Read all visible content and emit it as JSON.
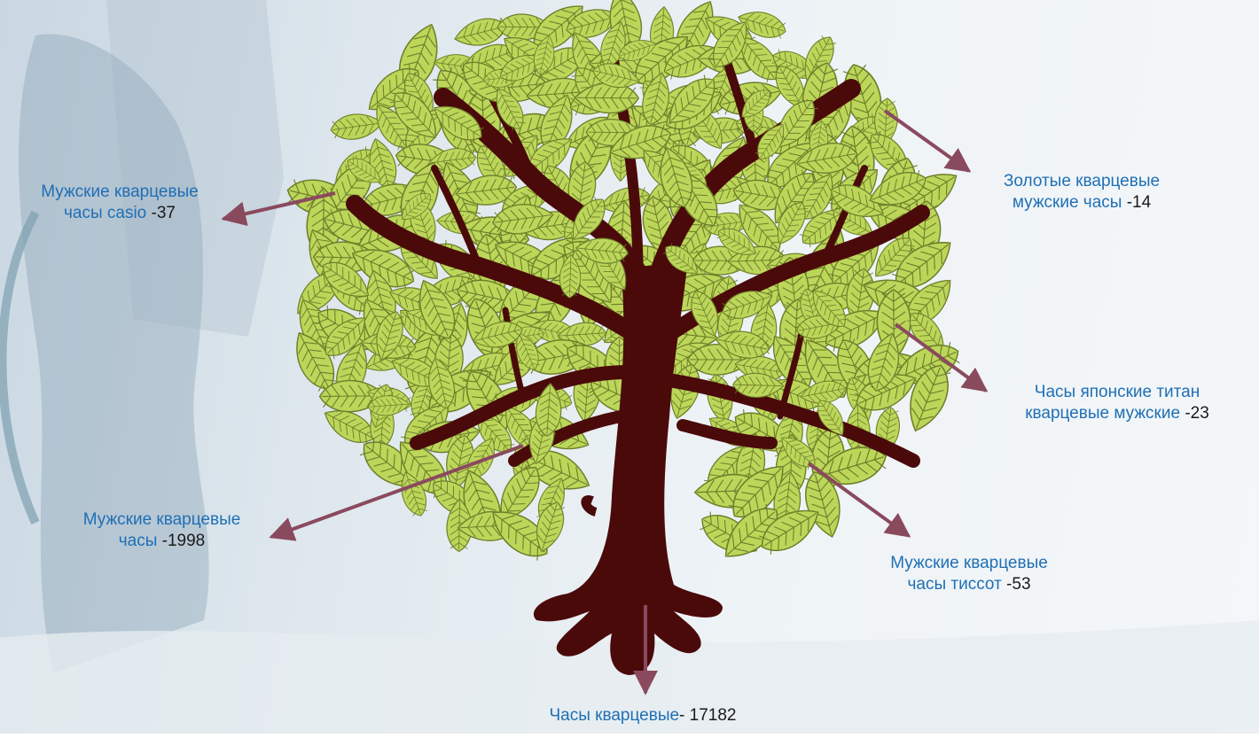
{
  "palette": {
    "trunk": "#4a0a0a",
    "leaf_fill": "#bcd65a",
    "leaf_vein": "#6e7f2a",
    "arrow": "#8a4a5e",
    "keyword_text": "#1f6fb5",
    "count_text": "#1a1a1a"
  },
  "labels": [
    {
      "id": "top-left",
      "line1": "Мужские кварцевые",
      "line2": "часы casio",
      "count": " -37"
    },
    {
      "id": "top-right",
      "line1": "Золотые кварцевые",
      "line2": "мужские часы",
      "count": " -14"
    },
    {
      "id": "mid-right",
      "line1": "Часы японские титан",
      "line2": "кварцевые мужские",
      "count": " -23"
    },
    {
      "id": "mid-left",
      "line1": "Мужские кварцевые",
      "line2": "часы",
      "count": " -1998"
    },
    {
      "id": "low-right",
      "line1": "Мужские кварцевые",
      "line2": "часы тиссот",
      "count": " -53"
    },
    {
      "id": "bottom",
      "line1": "",
      "line2": "Часы кварцевые",
      "count": "- 17182"
    }
  ]
}
